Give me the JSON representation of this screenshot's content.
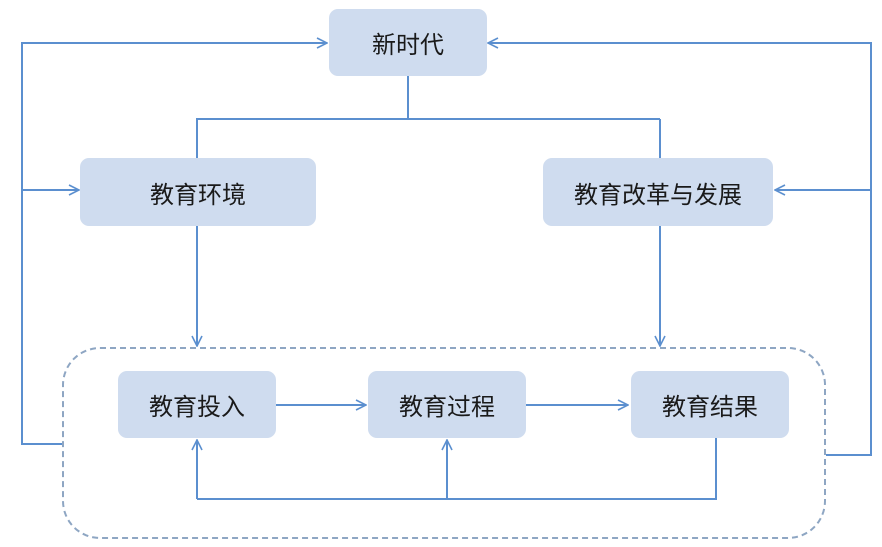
{
  "nodes": {
    "new_era": "新时代",
    "edu_env": "教育环境",
    "edu_reform": "教育改革与发展",
    "edu_input": "教育投入",
    "edu_process": "教育过程",
    "edu_result": "教育结果"
  },
  "colors": {
    "node_fill": "#cfdcef",
    "line": "#5b8fcf",
    "frame": "#8ea6c3"
  }
}
